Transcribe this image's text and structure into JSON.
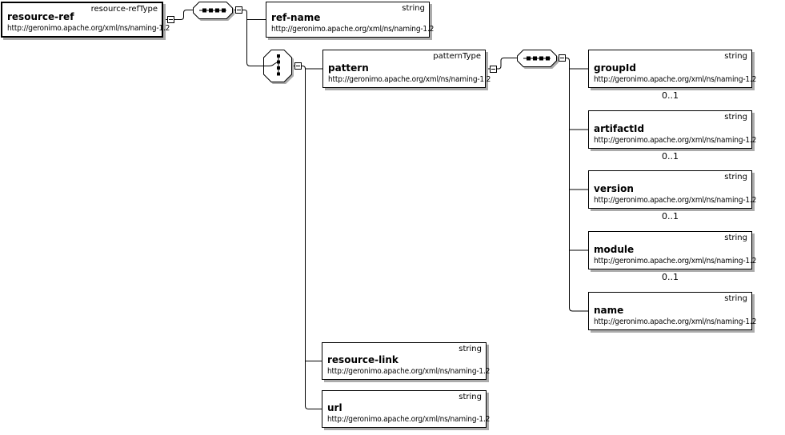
{
  "diagram_type": "xml-schema-content-model",
  "colors": {
    "background": "#ffffff",
    "box_fill": "#ffffff",
    "box_border": "#000000",
    "line": "#000000",
    "text": "#000000",
    "shadow": "#ababab"
  },
  "nodes": {
    "resource_ref": {
      "name": "resource-ref",
      "type": "resource-refType",
      "namespace": "http://geronimo.apache.org/xml/ns/naming-1.2"
    },
    "ref_name": {
      "name": "ref-name",
      "type": "string",
      "namespace": "http://geronimo.apache.org/xml/ns/naming-1.2"
    },
    "pattern": {
      "name": "pattern",
      "type": "patternType",
      "namespace": "http://geronimo.apache.org/xml/ns/naming-1.2"
    },
    "group_id": {
      "name": "groupId",
      "type": "string",
      "namespace": "http://geronimo.apache.org/xml/ns/naming-1.2",
      "cardinality": "0..1"
    },
    "artifact_id": {
      "name": "artifactId",
      "type": "string",
      "namespace": "http://geronimo.apache.org/xml/ns/naming-1.2",
      "cardinality": "0..1"
    },
    "version": {
      "name": "version",
      "type": "string",
      "namespace": "http://geronimo.apache.org/xml/ns/naming-1.2",
      "cardinality": "0..1"
    },
    "module": {
      "name": "module",
      "type": "string",
      "namespace": "http://geronimo.apache.org/xml/ns/naming-1.2",
      "cardinality": "0..1"
    },
    "name_element": {
      "name": "name",
      "type": "string",
      "namespace": "http://geronimo.apache.org/xml/ns/naming-1.2"
    },
    "resource_link": {
      "name": "resource-link",
      "type": "string",
      "namespace": "http://geronimo.apache.org/xml/ns/naming-1.2"
    },
    "url": {
      "name": "url",
      "type": "string",
      "namespace": "http://geronimo.apache.org/xml/ns/naming-1.2"
    }
  },
  "compositors": {
    "sequence_root": "sequence",
    "choice": "choice",
    "sequence_pattern": "sequence"
  },
  "icons": {
    "collapse_toggle": "minus",
    "sequence_compositor": "horizontal-squares",
    "choice_compositor": "vertical-squares-switch"
  }
}
